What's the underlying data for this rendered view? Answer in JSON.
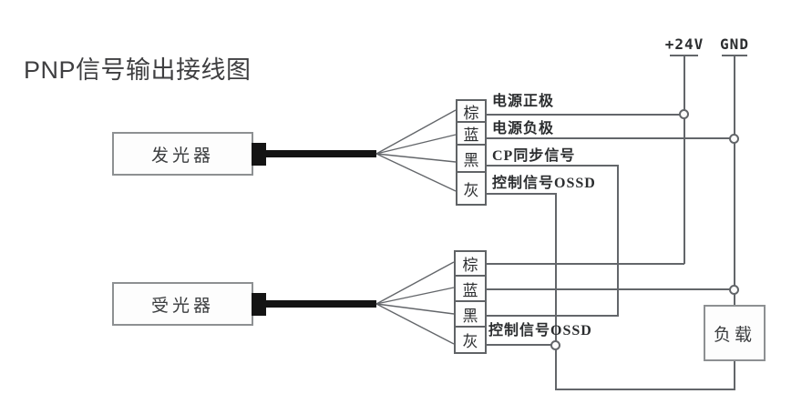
{
  "title": "PNP信号输出接线图",
  "rails": {
    "positive_label": "+24V",
    "ground_label": "GND"
  },
  "emitter": {
    "label": "发光器",
    "wires": [
      {
        "color": "棕",
        "signal": "电源正极"
      },
      {
        "color": "蓝",
        "signal": "电源负极"
      },
      {
        "color": "黑",
        "signal": "CP同步信号"
      },
      {
        "color": "灰",
        "signal": "控制信号OSSD"
      }
    ]
  },
  "receiver": {
    "label": "受光器",
    "wires": [
      {
        "color": "棕",
        "signal": ""
      },
      {
        "color": "蓝",
        "signal": ""
      },
      {
        "color": "黑",
        "signal": ""
      },
      {
        "color": "灰",
        "signal": "控制信号OSSD"
      }
    ]
  },
  "load": {
    "label": "负载"
  },
  "colors": {
    "wire": "#63666a",
    "cable": "#141414",
    "text": "#2b2d2f",
    "title": "#3f3f41",
    "background": "#ffffff"
  }
}
